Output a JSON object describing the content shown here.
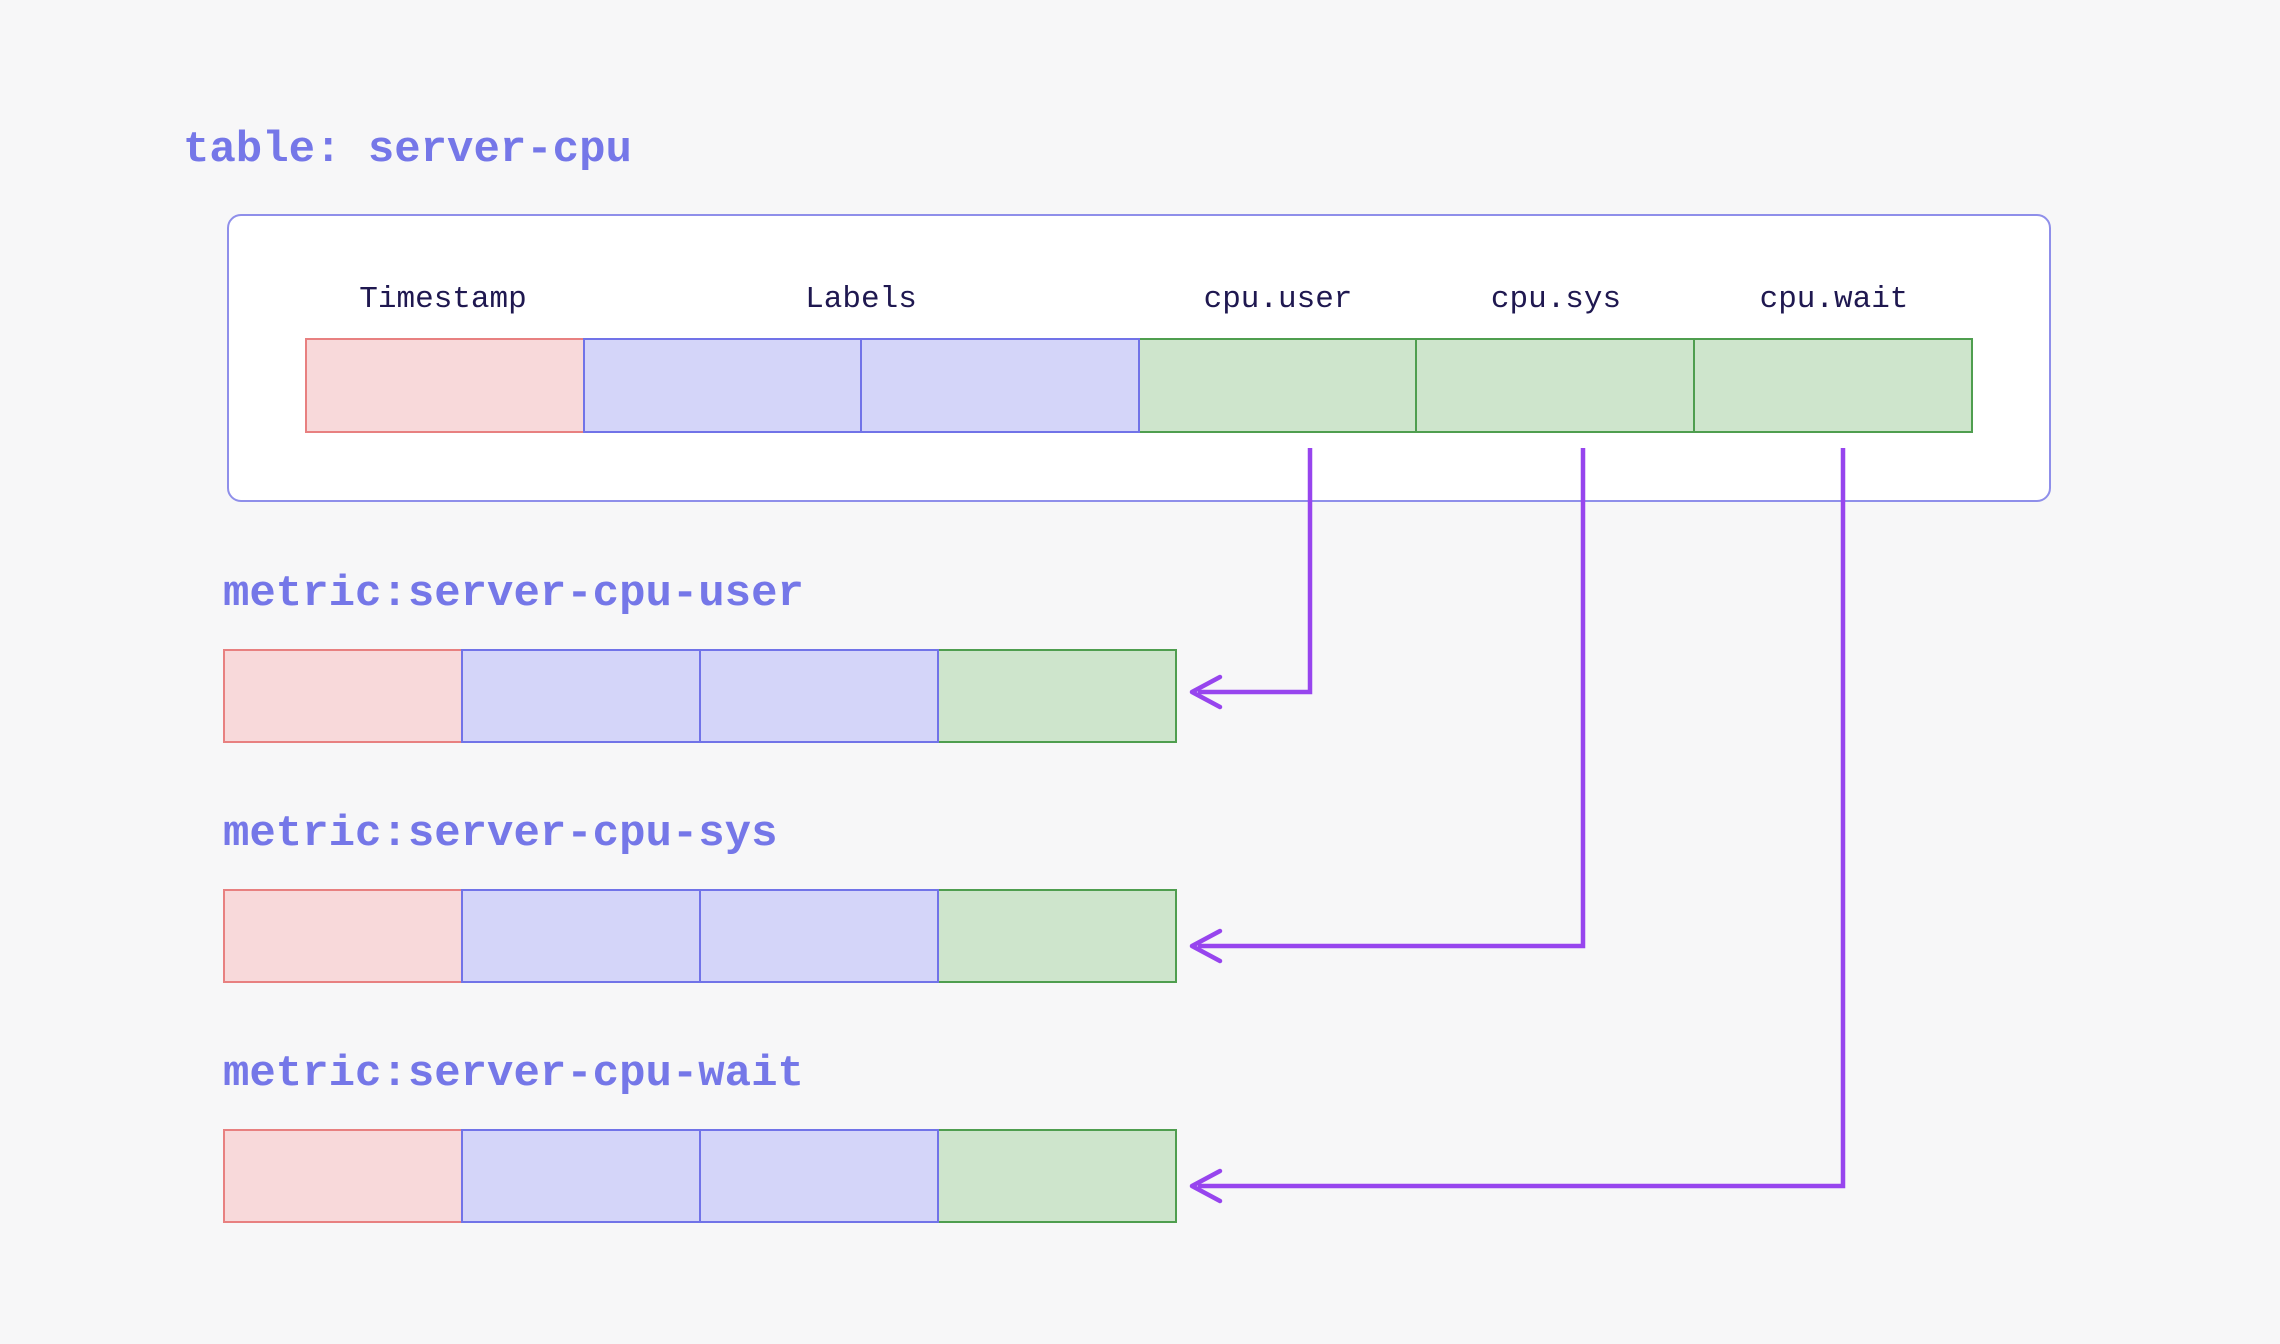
{
  "table": {
    "title": "table: server-cpu",
    "columns": [
      "Timestamp",
      "Labels",
      "cpu.user",
      "cpu.sys",
      "cpu.wait"
    ],
    "row_cells": [
      "timestamp",
      "label",
      "label",
      "value",
      "value",
      "value"
    ]
  },
  "metrics": [
    {
      "title": "metric:server-cpu-user",
      "source_column": "cpu.user",
      "row_cells": [
        "timestamp",
        "label",
        "label",
        "value"
      ]
    },
    {
      "title": "metric:server-cpu-sys",
      "source_column": "cpu.sys",
      "row_cells": [
        "timestamp",
        "label",
        "label",
        "value"
      ]
    },
    {
      "title": "metric:server-cpu-wait",
      "source_column": "cpu.wait",
      "row_cells": [
        "timestamp",
        "label",
        "label",
        "value"
      ]
    }
  ],
  "colors": {
    "page_bg": "#F7F7F8",
    "container_bg": "#FFFFFF",
    "container_border": "#8F8FEA",
    "accent_text": "#7577E8",
    "header_text": "#1F1850",
    "timestamp_fill": "#F8D9DA",
    "timestamp_border": "#E88080",
    "label_fill": "#D4D5F9",
    "label_border": "#7173E8",
    "value_fill": "#CEE5CC",
    "value_border": "#4F9E4F",
    "arrow": "#9745EE"
  }
}
